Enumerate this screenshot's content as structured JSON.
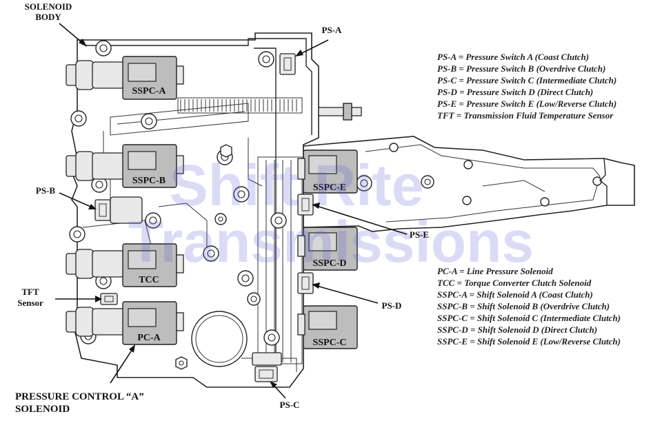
{
  "labels": {
    "solenoid_body_1": "SOLENOID",
    "solenoid_body_2": "BODY",
    "ps_a": "PS-A",
    "ps_b": "PS-B",
    "ps_c": "PS-C",
    "ps_d": "PS-D",
    "ps_e": "PS-E",
    "tft_1": "TFT",
    "tft_2": "Sensor",
    "pressure_control_1": "PRESSURE CONTROL “A”",
    "pressure_control_2": "SOLENOID"
  },
  "solenoids": {
    "sspc_a": "SSPC-A",
    "sspc_b": "SSPC-B",
    "tcc": "TCC",
    "pc_a": "PC-A",
    "sspc_e": "SSPC-E",
    "sspc_d": "SSPC-D",
    "sspc_c": "SSPC-C"
  },
  "legend_top": [
    "PS-A = Pressure Switch A (Coast Clutch)",
    "PS-B = Pressure Switch B (Overdrive Clutch)",
    "PS-C = Pressure Switch C (Intermediate Clutch)",
    "PS-D = Pressure Switch D (Direct Clutch)",
    "PS-E = Pressure Switch E (Low/Reverse Clutch)",
    "TFT = Transmission Fluid Temperature Sensor"
  ],
  "legend_bottom": [
    "PC-A = Line Pressure Solenoid",
    "TCC = Torque Converter Clutch Solenoid",
    "SSPC-A = Shift Solenoid A (Coast Clutch)",
    "SSPC-B = Shift Solenoid B (Overdrive Clutch)",
    "SSPC-C = Shift Solenoid C (Intermediate Clutch)",
    "SSPC-D = Shift Solenoid D (Direct Clutch)",
    "SSPC-E = Shift Solenoid E (Low/Reverse Clutch)"
  ],
  "watermark": {
    "line1": "Shift Rite",
    "line2": "Transmissions"
  }
}
